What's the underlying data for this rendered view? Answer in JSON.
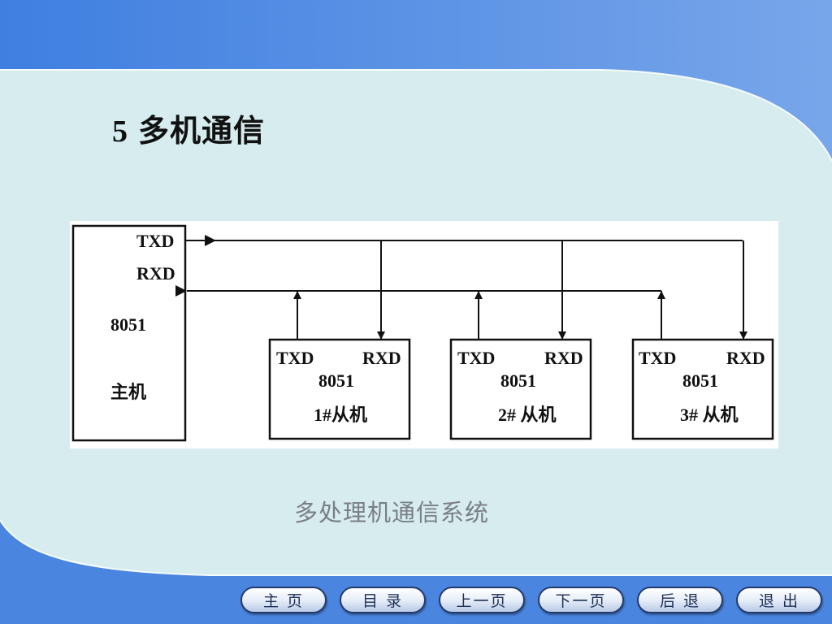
{
  "slide": {
    "title_number": "5",
    "title_text": "多机通信",
    "caption": "多处理机通信系统"
  },
  "diagram": {
    "master": {
      "txd": "TXD",
      "rxd": "RXD",
      "chip": "8051",
      "role": "主机"
    },
    "slaves": [
      {
        "txd": "TXD",
        "rxd": "RXD",
        "chip": "8051",
        "role": "1#从机"
      },
      {
        "txd": "TXD",
        "rxd": "RXD",
        "chip": "8051",
        "role": "2# 从机"
      },
      {
        "txd": "TXD",
        "rxd": "RXD",
        "chip": "8051",
        "role": "3# 从机"
      }
    ]
  },
  "nav": {
    "home": "主  页",
    "contents": "目  录",
    "prev": "上一页",
    "next": "下一页",
    "back": "后  退",
    "exit": "退  出"
  },
  "colors": {
    "frame_blue": "#4a85e0",
    "panel": "#d7ecee",
    "caption_gray": "#7a7f84"
  }
}
